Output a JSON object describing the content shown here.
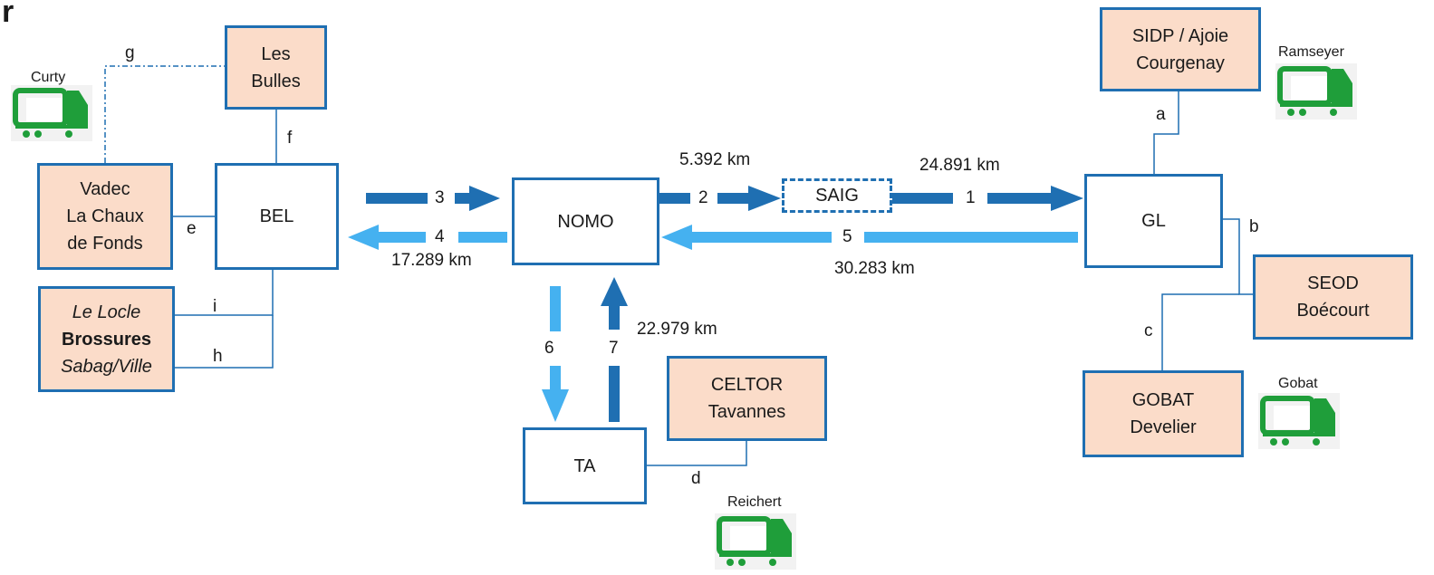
{
  "panel_letter": "r",
  "colors": {
    "dark_blue": "#1f6fb2",
    "light_blue": "#45b1f0",
    "peach": "#fbdcc9",
    "truck_green": "#1f9e3a"
  },
  "nodes": {
    "bel": "BEL",
    "nomo": "NOMO",
    "saig": "SAIG",
    "gl": "GL",
    "ta": "TA"
  },
  "facilities": {
    "les_bulles": [
      "Les",
      "Bulles"
    ],
    "vadec": [
      "Vadec",
      "La Chaux",
      "de Fonds"
    ],
    "le_locle": [
      "Le Locle",
      "Brossures",
      "Sabag/Ville"
    ],
    "sidp": [
      "SIDP / Ajoie",
      "Courgenay"
    ],
    "seod": [
      "SEOD",
      "Boécourt"
    ],
    "gobat": [
      "GOBAT",
      "Develier"
    ],
    "celtor": [
      "CELTOR",
      "Tavannes"
    ]
  },
  "routes": [
    {
      "id": "1",
      "distance": "24.891 km"
    },
    {
      "id": "2",
      "distance": "5.392 km"
    },
    {
      "id": "3",
      "distance": ""
    },
    {
      "id": "4",
      "distance": "17.289 km"
    },
    {
      "id": "5",
      "distance": "30.283 km"
    },
    {
      "id": "6",
      "distance": ""
    },
    {
      "id": "7",
      "distance": "22.979 km"
    }
  ],
  "connections": [
    "a",
    "b",
    "c",
    "d",
    "e",
    "f",
    "g",
    "h",
    "i"
  ],
  "trucks": [
    "Curty",
    "Ramseyer",
    "Gobat",
    "Reichert"
  ],
  "icons": {
    "truck": "garbage-truck-icon"
  }
}
